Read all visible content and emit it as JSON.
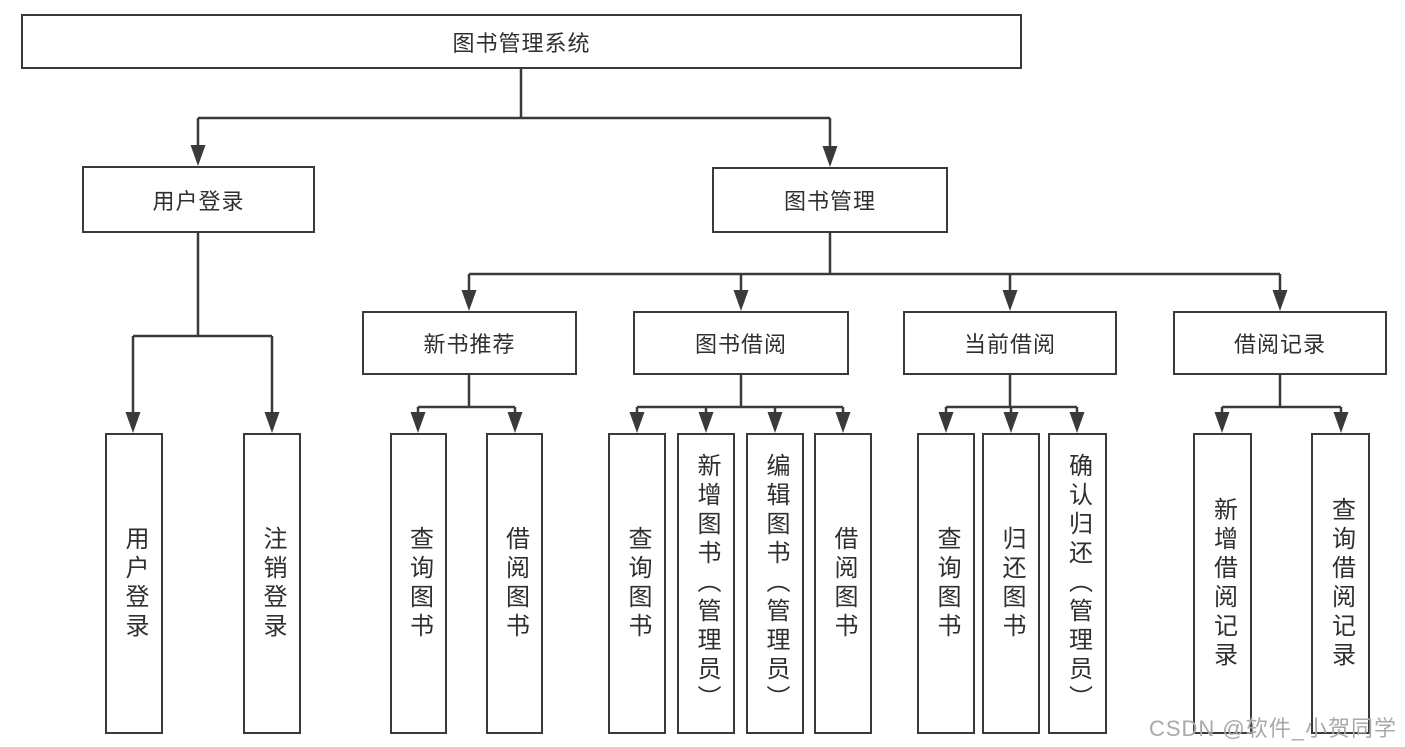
{
  "diagram": {
    "type": "hierarchy-flowchart",
    "title": "图书管理系统",
    "colors": {
      "line": "#3a3a3a",
      "text": "#2f2f2f",
      "box_background": "#ffffff",
      "page_background": "#ffffff",
      "watermark": "#a9a9ad"
    },
    "nodes": {
      "root": "图书管理系统",
      "user_login": "用户登录",
      "book_mgmt": "图书管理",
      "new_book_rec": "新书推荐",
      "book_borrow": "图书借阅",
      "current_borrow": "当前借阅",
      "borrow_records": "借阅记录",
      "leaf_user_login": "用户登录",
      "leaf_logout": "注销登录",
      "leaf_query_book_a": "查询图书",
      "leaf_borrow_book_a": "借阅图书",
      "leaf_query_book_b": "查询图书",
      "leaf_add_book_admin": "新增图书（管理员）",
      "leaf_edit_book_admin": "编辑图书（管理员）",
      "leaf_borrow_book_b": "借阅图书",
      "leaf_query_book_c": "查询图书",
      "leaf_return_book": "归还图书",
      "leaf_confirm_return_admin": "确认归还（管理员）",
      "leaf_add_borrow_record": "新增借阅记录",
      "leaf_query_borrow_record": "查询借阅记录"
    },
    "watermark": "CSDN @软件_小贺同学"
  }
}
